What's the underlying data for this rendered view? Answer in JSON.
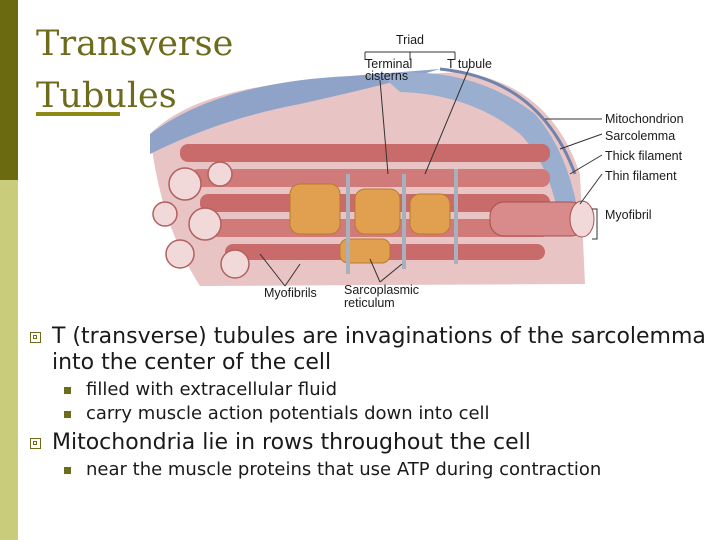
{
  "slide": {
    "title_line1": "Transverse",
    "title_line2": "Tubules"
  },
  "figure": {
    "labels": {
      "triad": "Triad",
      "terminal_cisterns_1": "Terminal",
      "terminal_cisterns_2": "cisterns",
      "t_tubule": "T tubule",
      "mitochondrion": "Mitochondrion",
      "sarcolemma": "Sarcolemma",
      "thick_filament": "Thick filament",
      "thin_filament": "Thin filament",
      "myofibril": "Myofibril",
      "myofibrils": "Myofibrils",
      "sarcoplasmic_1": "Sarcoplasmic",
      "sarcoplasmic_2": "reticulum"
    },
    "colors": {
      "sarcolemma_blue": "#8fa3c8",
      "myofibril_red": "#c96b6b",
      "cistern_orange": "#e0a050",
      "ttubule_grey": "#a9b0bd"
    }
  },
  "bullets": [
    {
      "text": "T (transverse) tubules are invaginations of the sarcolemma into the center of the cell",
      "sub": [
        "filled with extracellular fluid",
        "carry muscle action potentials down into cell"
      ]
    },
    {
      "text": "Mitochondria lie in rows throughout the cell",
      "sub": [
        "near the muscle proteins that use ATP during contraction"
      ]
    }
  ]
}
